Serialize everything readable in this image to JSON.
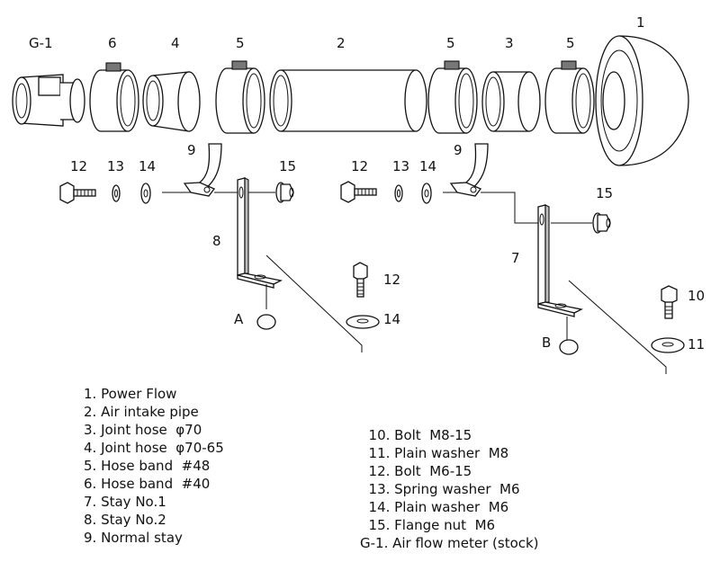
{
  "callouts": {
    "g1": "G-1",
    "p6": "6",
    "p4": "4",
    "p5a": "5",
    "p2": "2",
    "p5b": "5",
    "p3": "3",
    "p5c": "5",
    "p1": "1",
    "p9a": "9",
    "p9b": "9",
    "p12a": "12",
    "p13a": "13",
    "p14a": "14",
    "p15a": "15",
    "p12b": "12",
    "p13b": "13",
    "p14b": "14",
    "p15b": "15",
    "p8": "8",
    "p7": "7",
    "p12c": "12",
    "p14c": "14",
    "p10": "10",
    "p11": "11",
    "a": "A",
    "b": "B"
  },
  "legend_left": [
    "1. Power Flow",
    "2. Air intake pipe",
    "3. Joint hose  φ70",
    "4. Joint hose  φ70-65",
    "5. Hose band  #48",
    "6. Hose band  #40",
    "7. Stay No.1",
    "8. Stay No.2",
    "9. Normal stay"
  ],
  "legend_right": [
    "  10. Bolt  M8-15",
    "  11. Plain washer  M8",
    "  12. Bolt  M6-15",
    "  13. Spring washer  M6",
    "  14. Plain washer  M6",
    "  15. Flange nut  M6",
    "G-1. Air flow meter (stock)"
  ]
}
